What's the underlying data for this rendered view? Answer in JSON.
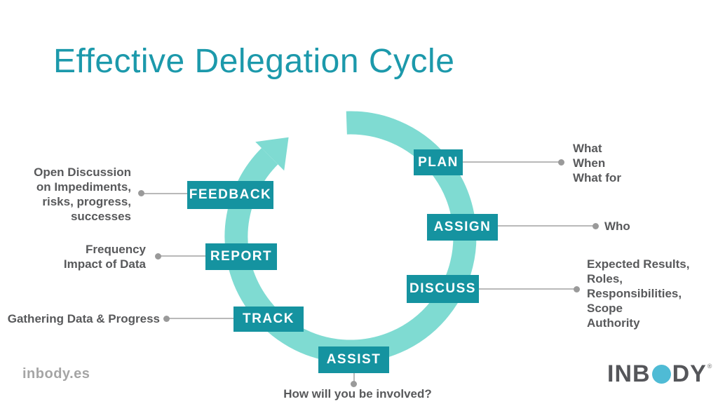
{
  "title": "Effective Delegation Cycle",
  "colors": {
    "title_teal": "#1c99ab",
    "box_teal": "#1593a0",
    "arc_teal": "#7fdbd2",
    "note_gray": "#58595b",
    "connector_gray": "#9a9a9a",
    "logo_gray": "#55565a",
    "logo_blue": "#4fbbd5"
  },
  "cycle": {
    "steps": [
      {
        "label": "PLAN",
        "note": "What\nWhen\nWhat for"
      },
      {
        "label": "ASSIGN",
        "note": "Who"
      },
      {
        "label": "DISCUSS",
        "note": "Expected Results,\nRoles,\nResponsibilities,\nScope\nAuthority"
      },
      {
        "label": "ASSIST",
        "note": "How will you be involved?"
      },
      {
        "label": "TRACK",
        "note": "Gathering Data & Progress"
      },
      {
        "label": "REPORT",
        "note": "Frequency\nImpact of Data"
      },
      {
        "label": "FEEDBACK",
        "note": "Open Discussion\non Impediments,\nrisks, progress,\nsuccesses"
      }
    ]
  },
  "footer": {
    "website": "inbody.es",
    "logo": {
      "pre": "INB",
      "post": "DY",
      "reg": "®"
    }
  }
}
